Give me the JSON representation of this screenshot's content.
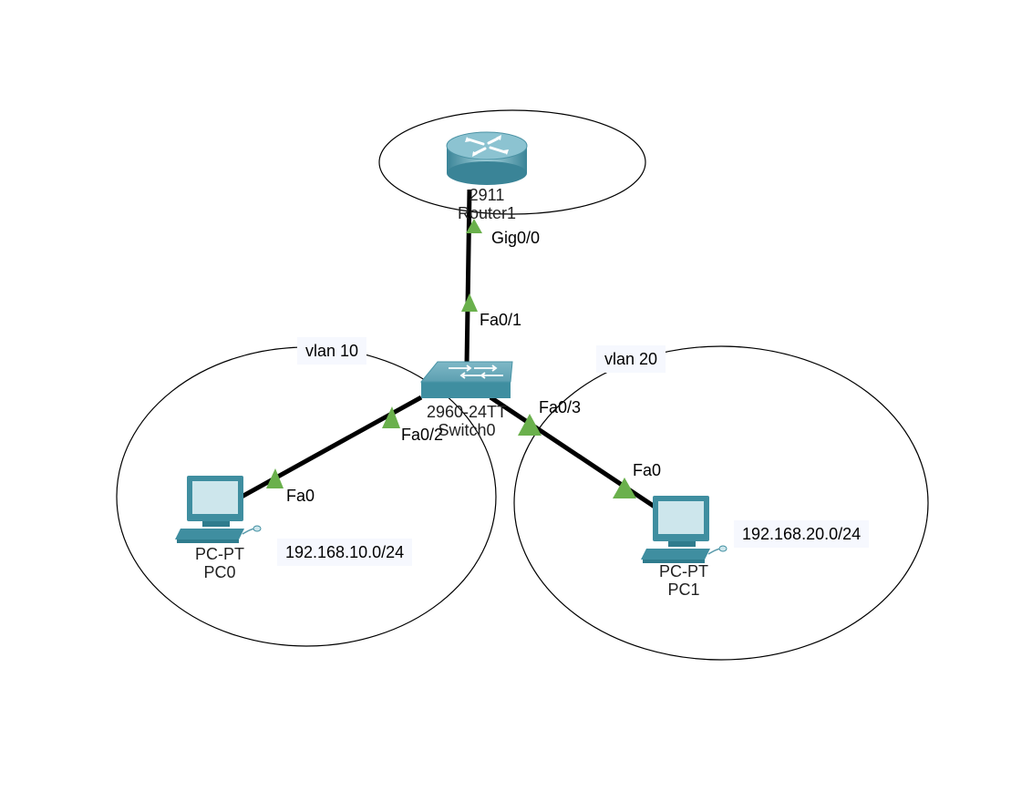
{
  "zones": [
    {
      "id": "router-zone",
      "label": ""
    },
    {
      "id": "vlan10",
      "label": "vlan 10",
      "subnet": "192.168.10.0/24"
    },
    {
      "id": "vlan20",
      "label": "vlan 20",
      "subnet": "192.168.20.0/24"
    }
  ],
  "devices": {
    "router": {
      "model": "2911",
      "name": "Router1"
    },
    "switch": {
      "model": "2960-24TT",
      "name": "Switch0"
    },
    "pc0": {
      "model": "PC-PT",
      "name": "PC0"
    },
    "pc1": {
      "model": "PC-PT",
      "name": "PC1"
    }
  },
  "links": [
    {
      "from": "Router1",
      "from_port": "Gig0/0",
      "to": "Switch0",
      "to_port": "Fa0/1"
    },
    {
      "from": "Switch0",
      "from_port": "Fa0/2",
      "to": "PC0",
      "to_port": "Fa0"
    },
    {
      "from": "Switch0",
      "from_port": "Fa0/3",
      "to": "PC1",
      "to_port": "Fa0"
    }
  ],
  "colors": {
    "link": "#000000",
    "port_up": "#6ab04c",
    "device": "#3f8ea0"
  }
}
